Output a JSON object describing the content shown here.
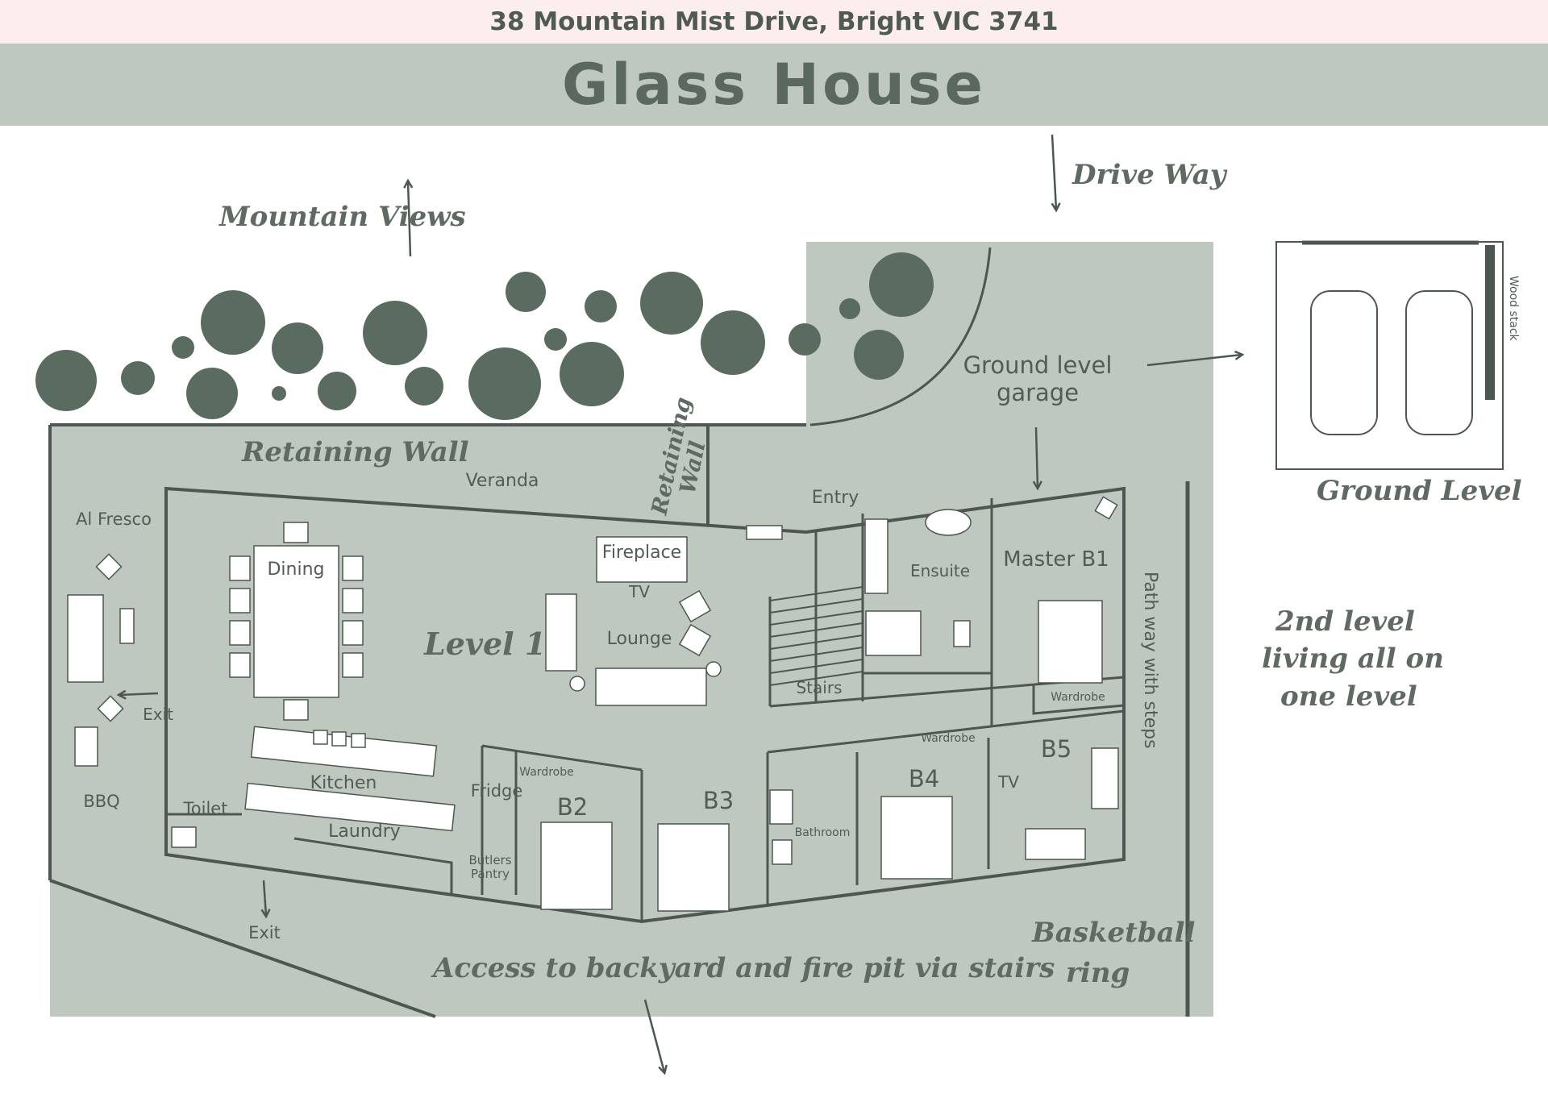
{
  "header": {
    "address": "38 Mountain Mist Drive, Bright VIC 3741",
    "title": "Glass House"
  },
  "colors": {
    "header_band": "#fdeeee",
    "title_band": "#bec8be",
    "floor": "#bec8be",
    "wall": "#4d5751",
    "text": "#515c55",
    "trees": "#5a6b60"
  },
  "annotations": {
    "mountain_views": "Mountain Views",
    "drive_way": "Drive Way",
    "retaining_wall": "Retaining Wall",
    "retaining_wall_side": [
      "Retaining",
      "Wall"
    ],
    "level_1": "Level 1",
    "access": "Access to backyard and fire pit via stairs",
    "basketball": [
      "Basketball",
      "ring"
    ],
    "second_level": [
      "2nd level",
      "living all on",
      "one level"
    ],
    "ground_level": "Ground Level",
    "path_way": "Path way with steps",
    "wood_stack": "Wood stack",
    "garage": [
      "Ground level",
      "garage"
    ]
  },
  "rooms": {
    "veranda": "Veranda",
    "al_fresco": "Al Fresco",
    "dining": "Dining",
    "fireplace": "Fireplace",
    "tv": "TV",
    "lounge": "Lounge",
    "entry": "Entry",
    "ensuite": "Ensuite",
    "master": "Master B1",
    "stairs": "Stairs",
    "exit": "Exit",
    "kitchen": "Kitchen",
    "bbq": "BBQ",
    "toilet": "Toilet",
    "laundry": "Laundry",
    "fridge": "Fridge",
    "butlers": [
      "Butlers",
      "Pantry"
    ],
    "wardrobe": "Wardrobe",
    "b2": "B2",
    "b3": "B3",
    "bathroom": "Bathroom",
    "b4": "B4",
    "b5": "B5"
  }
}
